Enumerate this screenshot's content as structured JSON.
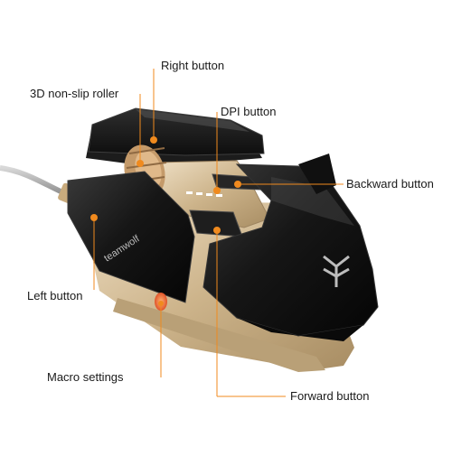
{
  "colors": {
    "accent": "#f08a1e",
    "mouse_body": "#141414",
    "gold_frame": "#cfb894",
    "text": "#1a1a1a"
  },
  "product": {
    "brand_mark": "teamwolf"
  },
  "callouts": {
    "right_button": "Right button",
    "roller": "3D non-slip roller",
    "dpi_button": "DPI button",
    "backward_button": "Backward button",
    "left_button": "Left button",
    "macro_settings": "Macro settings",
    "forward_button": "Forward button"
  }
}
